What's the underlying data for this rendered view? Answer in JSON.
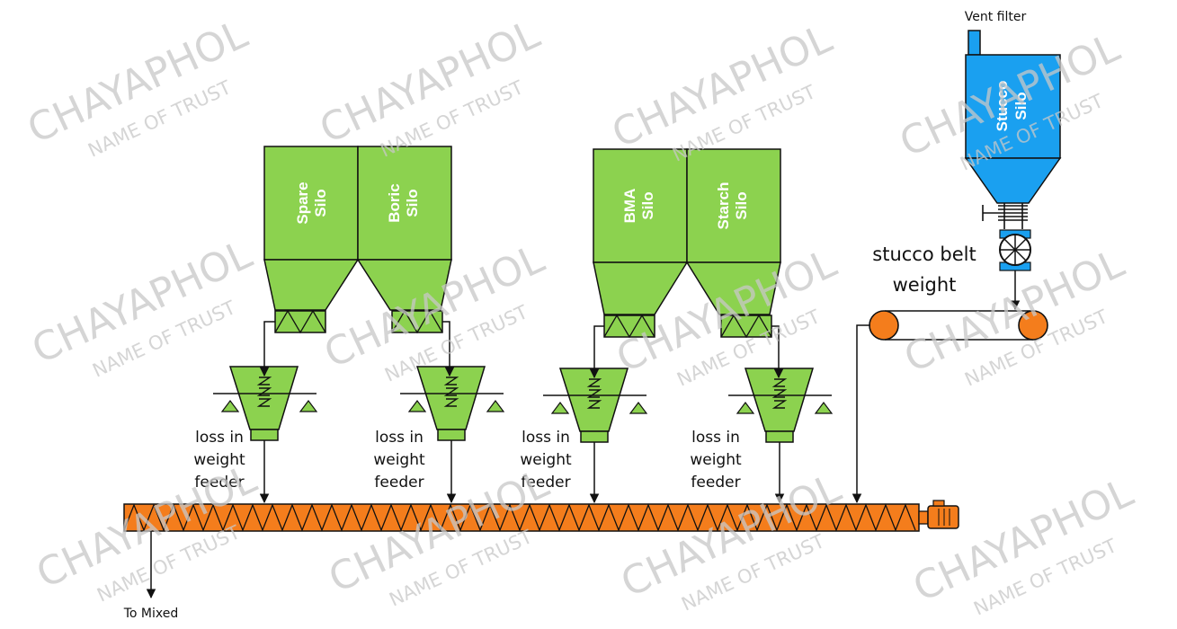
{
  "silos": {
    "spare": [
      "Spare",
      "Silo"
    ],
    "boric": [
      "Boric",
      "Silo"
    ],
    "bma": [
      "BMA",
      "Silo"
    ],
    "starch": [
      "Starch",
      "Silo"
    ],
    "stucco": [
      "Stucco",
      "Silo"
    ]
  },
  "labels": {
    "vent_filter": "Vent filter",
    "stucco_belt": [
      "stucco belt",
      "weight"
    ],
    "feeder": [
      "loss in",
      "weight",
      "feeder"
    ],
    "to_mixed": "To Mixed"
  },
  "watermark": {
    "brand": "CHAYAPHOL",
    "tagline": "NAME OF TRUST"
  },
  "colors": {
    "green": "#8cd24f",
    "blue": "#1aa0f0",
    "orange": "#f47d1c",
    "outline": "#111111",
    "watermark": "#c8c8c8"
  }
}
